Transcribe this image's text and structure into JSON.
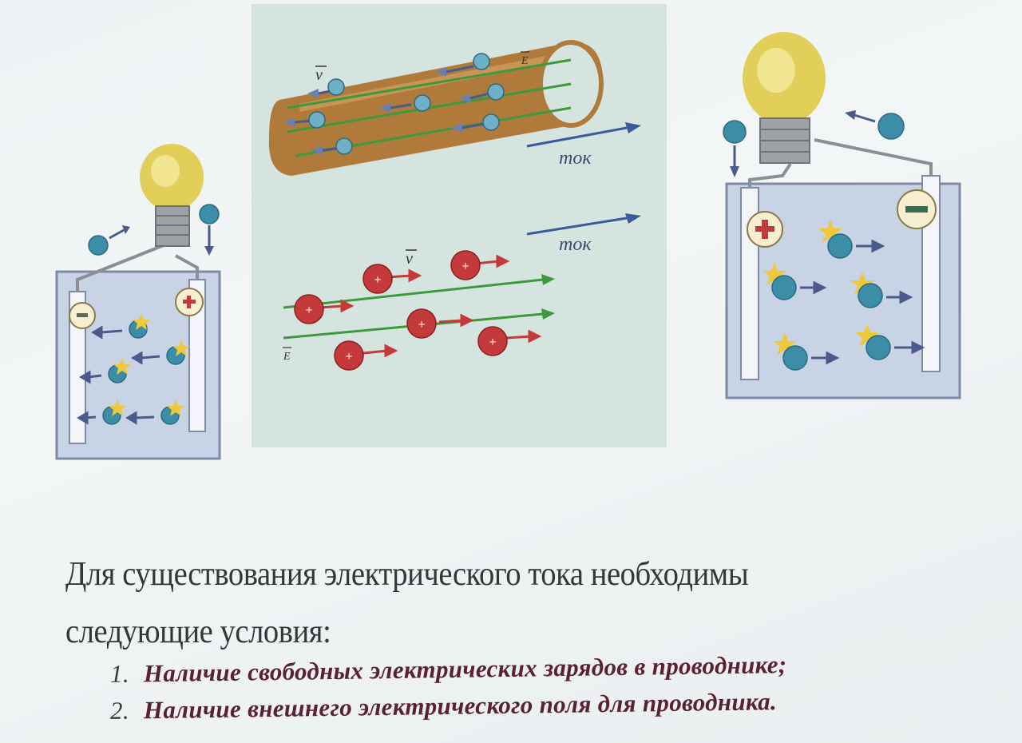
{
  "slide": {
    "heading_line1": "Для существования электрического тока необходимы",
    "heading_line2": "следующие условия:",
    "conditions": [
      {
        "number": "1.",
        "text": "Наличие свободных электрических зарядов в проводнике;"
      },
      {
        "number": "2.",
        "text": "Наличие внешнего электрического поля для проводника."
      }
    ]
  },
  "diagram": {
    "conductor_label_top": "ток",
    "conductor_label_bottom": "ток",
    "velocity_symbol_top": "v",
    "velocity_symbol_bottom": "v",
    "field_symbol_top": "E",
    "field_symbol_bottom": "E",
    "plus_sign": "+",
    "minus_sign": "−"
  },
  "colors": {
    "panel_bg": "#d6e4df",
    "conductor_brown": "#b07a3a",
    "current_arrow": "#3b5a9c",
    "field_line": "#3c9a3c",
    "positive_charge": "#c43a3a",
    "electron": "#3c8ea8",
    "battery_box": "#c9d3e6"
  }
}
